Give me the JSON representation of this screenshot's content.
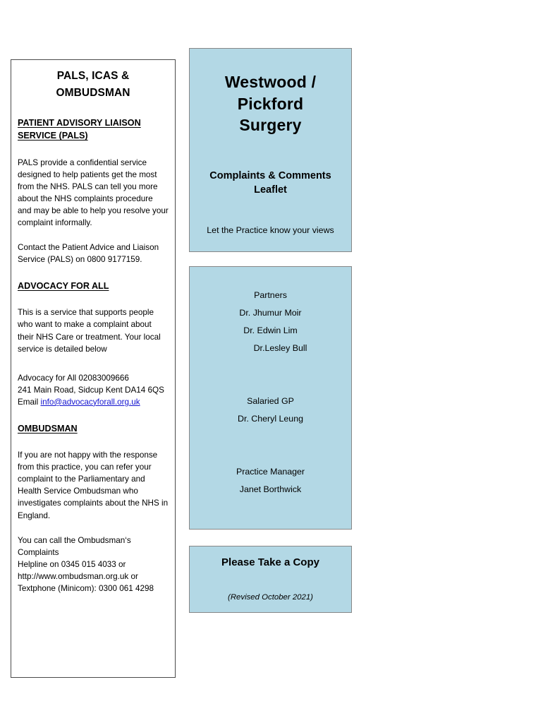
{
  "document": {
    "title": "Westwood / Pickford Surgery — Complaints & Comments Leaflet"
  },
  "left_panel": {
    "title_line1": "PALS, ICAS &",
    "title_line2": "OMBUDSMAN",
    "sections": [
      {
        "heading_line1": "PATIENT ADVISORY LIAISON ",
        "heading_line2": "SERVICE (PALS)",
        "paragraph1": "PALS provide a confidential service designed to help patients get the most from the NHS. PALS can tell you more about the NHS complaints procedure and may be able to help you resolve your complaint informally.",
        "paragraph2": "Contact  the Patient Advice and Liaison Service (PALS) on 0800 9177159."
      },
      {
        "heading": "ADVOCACY FOR ALL",
        "paragraph1": "This is a service that supports people who want to make a complaint about their NHS Care or treatment. Your local service is detailed below",
        "contact_line1": "Advocacy for All  02083009666",
        "contact_line2": "241 Main Road, Sidcup Kent DA14 6QS",
        "email_prefix": "Email ",
        "email_address": "info@advocacyforall.org.uk"
      },
      {
        "heading": "OMBUDSMAN",
        "paragraph1": "If you are not happy with the response from this practice, you can refer your complaint to the Parliamentary and Health Service Ombudsman who investigates complaints about the NHS in England.",
        "paragraph2_line1": "You can call the Ombudsman‘s Complaints",
        "paragraph2_line2": "Helpline on 0345 015 4033 or",
        "paragraph2_line3": "http://www.ombudsman.org.uk or",
        "paragraph2_line4": "Textphone (Minicom): 0300 061 4298"
      }
    ]
  },
  "header_box": {
    "practice_name_line1": "Westwood / Pickford",
    "practice_name_line2": "Surgery",
    "leaflet_title_line1": "Complaints & Comments",
    "leaflet_title_line2": "Leaflet",
    "subtitle": "Let the Practice know your views"
  },
  "staff_box": {
    "partners_heading": "Partners",
    "partners": [
      "Dr. Jhumur Moir",
      "Dr. Edwin Lim",
      "Dr.Lesley Bull"
    ],
    "salaried_heading": "Salaried GP",
    "salaried": [
      "Dr. Cheryl Leung"
    ],
    "manager_heading": "Practice Manager",
    "manager": [
      "Janet Borthwick"
    ]
  },
  "copy_box": {
    "title": "Please Take a Copy",
    "revised": "(Revised October 2021)"
  },
  "colors": {
    "box_fill": "#b3d8e5",
    "box_border": "#878787",
    "panel_border": "#4a4a4a",
    "link": "#1414d0",
    "text": "#000000",
    "page_background": "#ffffff"
  }
}
